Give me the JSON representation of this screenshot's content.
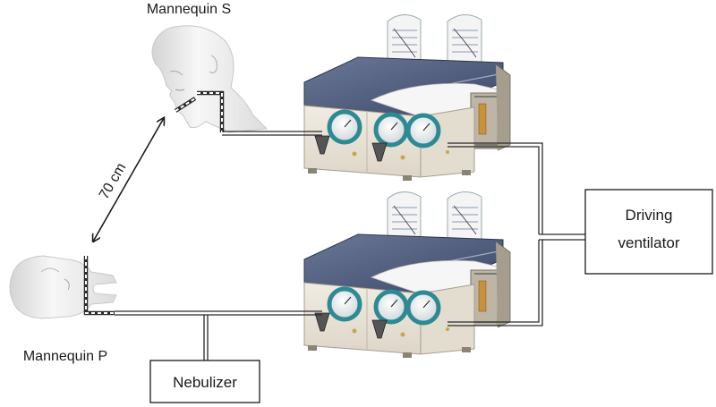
{
  "labels": {
    "mannequin_s": "Mannequin S",
    "mannequin_p": "Mannequin P",
    "distance": "70 cm",
    "driving_ventilator_line1": "Driving",
    "driving_ventilator_line2": "ventilator",
    "nebulizer": "Nebulizer"
  },
  "colors": {
    "line": "#2a2a2a",
    "head": "#eeeeee",
    "machine_body": "#ece7db",
    "machine_top": "#4c5a7a",
    "gauge_ring": "#2d8a94"
  },
  "icons": {
    "mannequin_s": "mannequin-head-icon",
    "mannequin_p": "mannequin-head-supine-icon",
    "lung_simulator": "lung-simulator-icon"
  }
}
